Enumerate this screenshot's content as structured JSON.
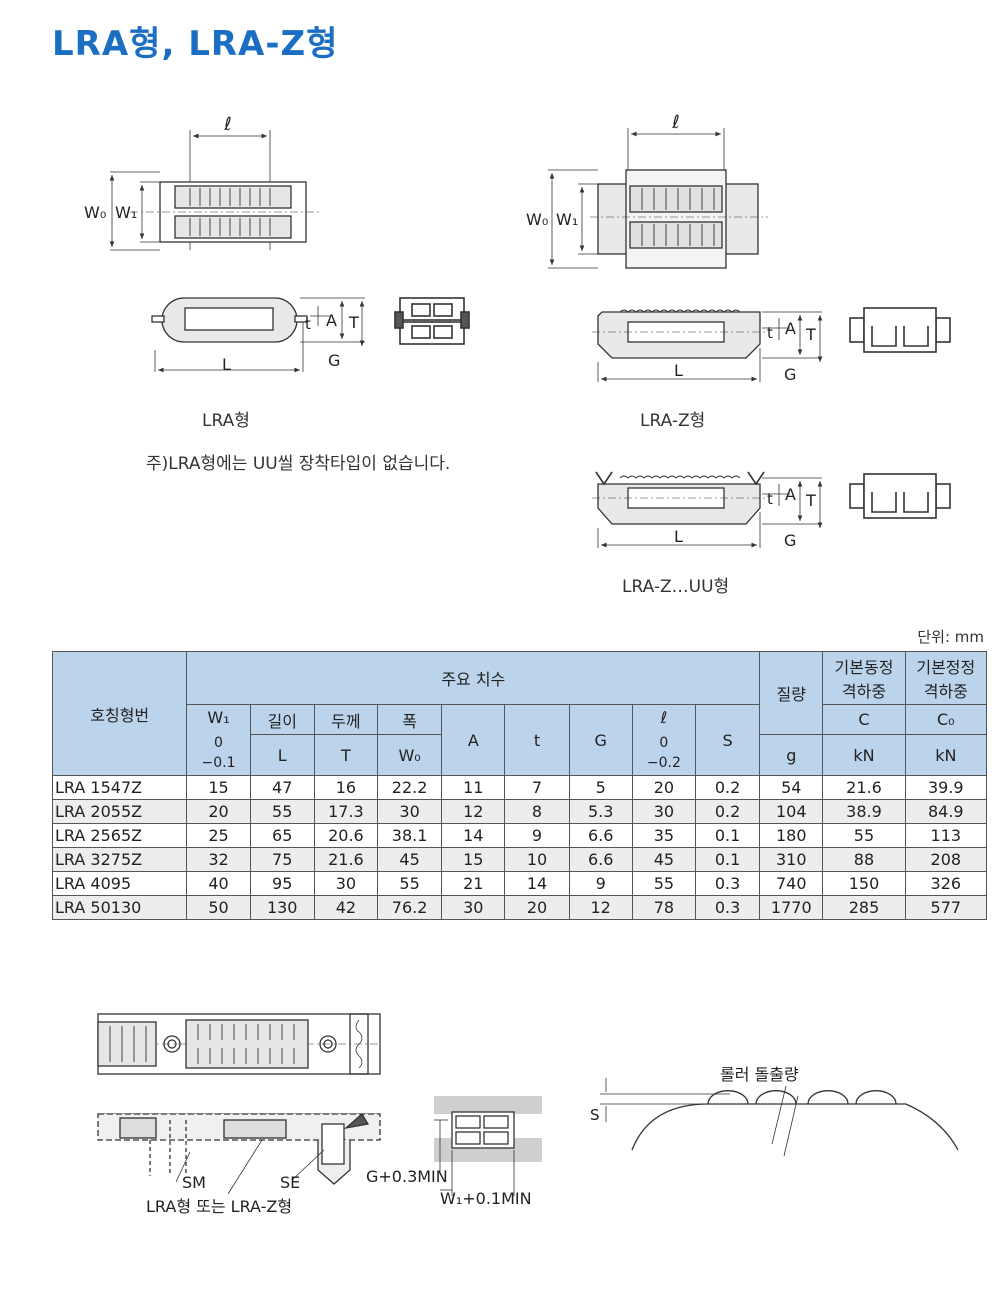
{
  "title": "LRA형, LRA-Z형",
  "figures": {
    "lra_caption": "LRA형",
    "lra_z_caption": "LRA-Z형",
    "lra_z_uu_caption": "LRA-Z…UU형",
    "note": "주)LRA형에는 UU씰 장착타입이 없습니다.",
    "dims": {
      "l": "ℓ",
      "W0": "W₀",
      "W1": "W₁",
      "L": "L",
      "t": "t",
      "A": "A",
      "T": "T",
      "G": "G",
      "S": "S"
    },
    "mount_labels": {
      "sm": "SM",
      "se": "SE",
      "type_note": "LRA형 또는 LRA-Z형",
      "g_clear": "G+0.3MIN",
      "w_clear": "W₁+0.1MIN",
      "roller": "롤러 돌출량"
    }
  },
  "table": {
    "unit": "단위: mm",
    "header": {
      "model": "호칭형번",
      "main_dims": "주요 치수",
      "mass": "질량",
      "dynamic": [
        "기본동정",
        "격하중"
      ],
      "static": [
        "기본정정",
        "격하중"
      ],
      "w1": "W₁",
      "w1_tol": [
        "0",
        "−0.1"
      ],
      "length": "길이",
      "length_sym": "L",
      "thickness": "두께",
      "thickness_sym": "T",
      "width": "폭",
      "width_sym": "W₀",
      "a": "A",
      "t": "t",
      "g": "G",
      "l": "ℓ",
      "l_tol": [
        "0",
        "−0.2"
      ],
      "s": "S",
      "mass_unit": "g",
      "c": "C",
      "c_unit": "kN",
      "c0": "C₀",
      "c0_unit": "kN"
    },
    "rows": [
      [
        "LRA 1547Z",
        "15",
        "47",
        "16",
        "22.2",
        "11",
        "7",
        "5",
        "20",
        "0.2",
        "54",
        "21.6",
        "39.9"
      ],
      [
        "LRA 2055Z",
        "20",
        "55",
        "17.3",
        "30",
        "12",
        "8",
        "5.3",
        "30",
        "0.2",
        "104",
        "38.9",
        "84.9"
      ],
      [
        "LRA 2565Z",
        "25",
        "65",
        "20.6",
        "38.1",
        "14",
        "9",
        "6.6",
        "35",
        "0.1",
        "180",
        "55",
        "113"
      ],
      [
        "LRA 3275Z",
        "32",
        "75",
        "21.6",
        "45",
        "15",
        "10",
        "6.6",
        "45",
        "0.1",
        "310",
        "88",
        "208"
      ],
      [
        "LRA 4095",
        "40",
        "95",
        "30",
        "55",
        "21",
        "14",
        "9",
        "55",
        "0.3",
        "740",
        "150",
        "326"
      ],
      [
        "LRA 50130",
        "50",
        "130",
        "42",
        "76.2",
        "30",
        "20",
        "12",
        "78",
        "0.3",
        "1770",
        "285",
        "577"
      ]
    ]
  }
}
